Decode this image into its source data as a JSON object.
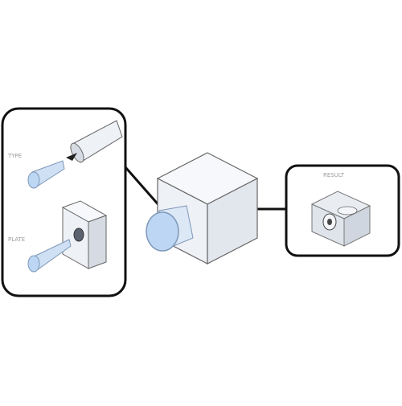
{
  "diagram": {
    "left_panel": {
      "top_label": "TYPE",
      "bottom_label": "PLATE"
    },
    "right_panel": {
      "label": "RESULT"
    }
  },
  "colors": {
    "outline": "#111111",
    "cube_face_front": "#eef1f6",
    "cube_face_top": "#f7f8fb",
    "cube_face_side": "#d6dbe3",
    "lens_blue": "#bcd6f3",
    "lens_edge": "#7e98b8",
    "panel_bg": "#ffffff",
    "label_gray": "#9a9a9a"
  }
}
